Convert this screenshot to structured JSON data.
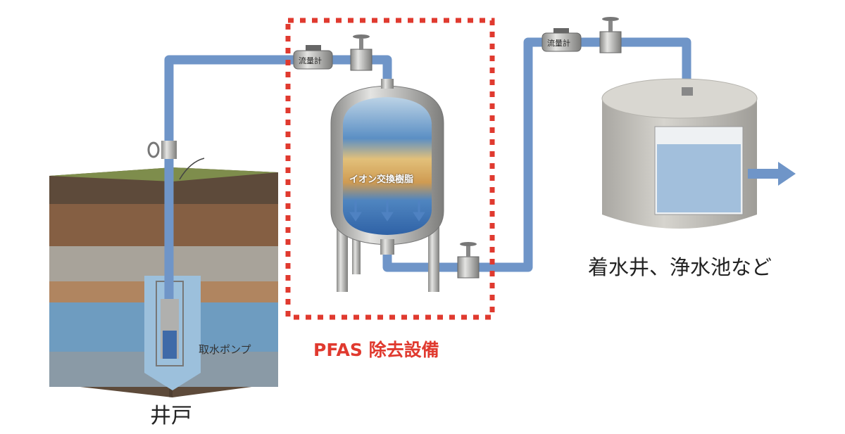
{
  "labels": {
    "well": "井戸",
    "pump": "取水ポンプ",
    "pfas_equipment": "PFAS 除去設備",
    "resin": "イオン交換樹脂",
    "reservoir": "着水井、浄水池など",
    "flow_meter_1": "流量計",
    "flow_meter_2": "流量計"
  },
  "colors": {
    "pipe": "#6f95c8",
    "highlight_box": "#e03a2f",
    "concrete": "#c8c6c0"
  }
}
